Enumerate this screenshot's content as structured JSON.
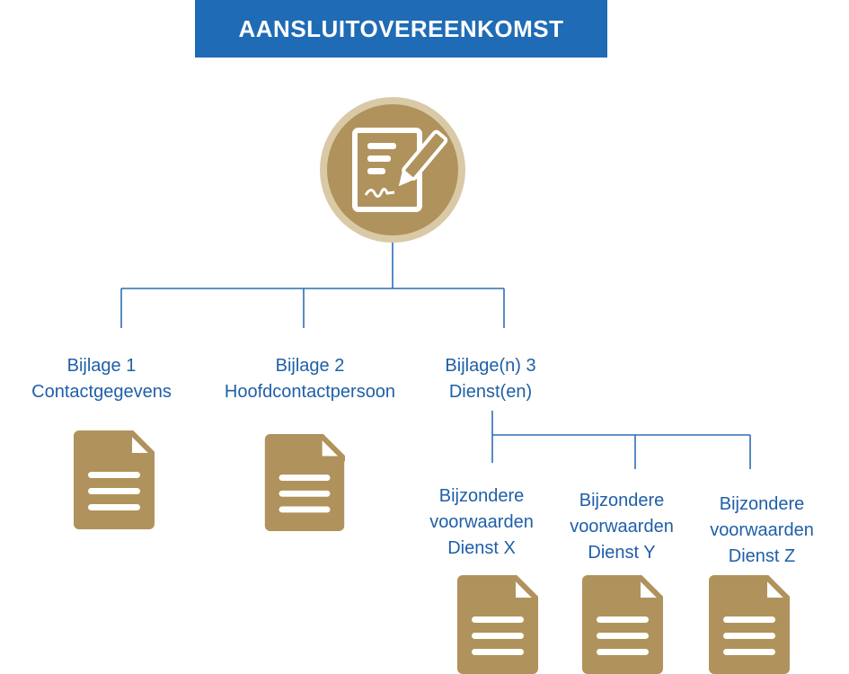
{
  "title": "AANSLUITOVEREENKOMST",
  "colors": {
    "title_bg": "#1F6BB5",
    "text": "#1F5FA8",
    "line": "#2E6DB4",
    "gold": "#B0925C",
    "gold_ring": "#D9C9A6"
  },
  "hub": {
    "icon": "signed-contract-icon"
  },
  "bijlagen": [
    {
      "line1": "Bijlage 1",
      "line2": "Contactgegevens"
    },
    {
      "line1": "Bijlage 2",
      "line2": "Hoofdcontactpersoon"
    },
    {
      "line1": "Bijlage(n) 3",
      "line2": "Dienst(en)"
    }
  ],
  "diensten": [
    {
      "line1": "Bijzondere",
      "line2": "voorwaarden",
      "line3": "Dienst X"
    },
    {
      "line1": "Bijzondere",
      "line2": "voorwaarden",
      "line3": "Dienst Y"
    },
    {
      "line1": "Bijzondere",
      "line2": "voorwaarden",
      "line3": "Dienst Z"
    }
  ]
}
